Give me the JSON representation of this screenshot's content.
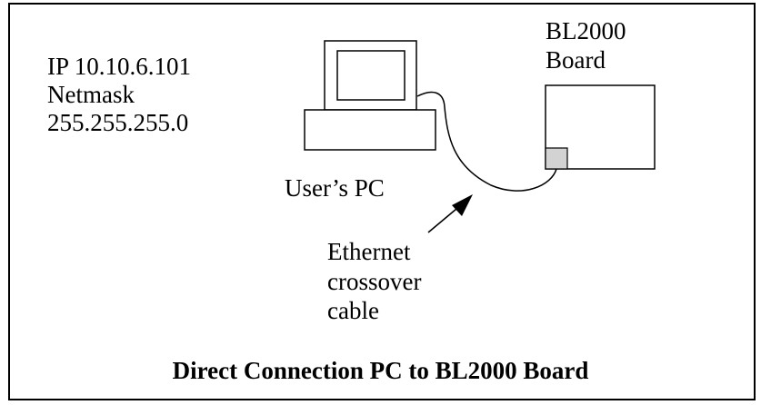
{
  "pc_network": {
    "ip_line": "IP 10.10.6.101",
    "netmask_label": "Netmask",
    "netmask_value": "255.255.255.0"
  },
  "pc": {
    "label": "User’s PC"
  },
  "board": {
    "line1": "BL2000",
    "line2": "Board"
  },
  "cable": {
    "line1": "Ethernet",
    "line2": "crossover",
    "line3": "cable"
  },
  "caption": "Direct Connection PC to BL2000 Board"
}
